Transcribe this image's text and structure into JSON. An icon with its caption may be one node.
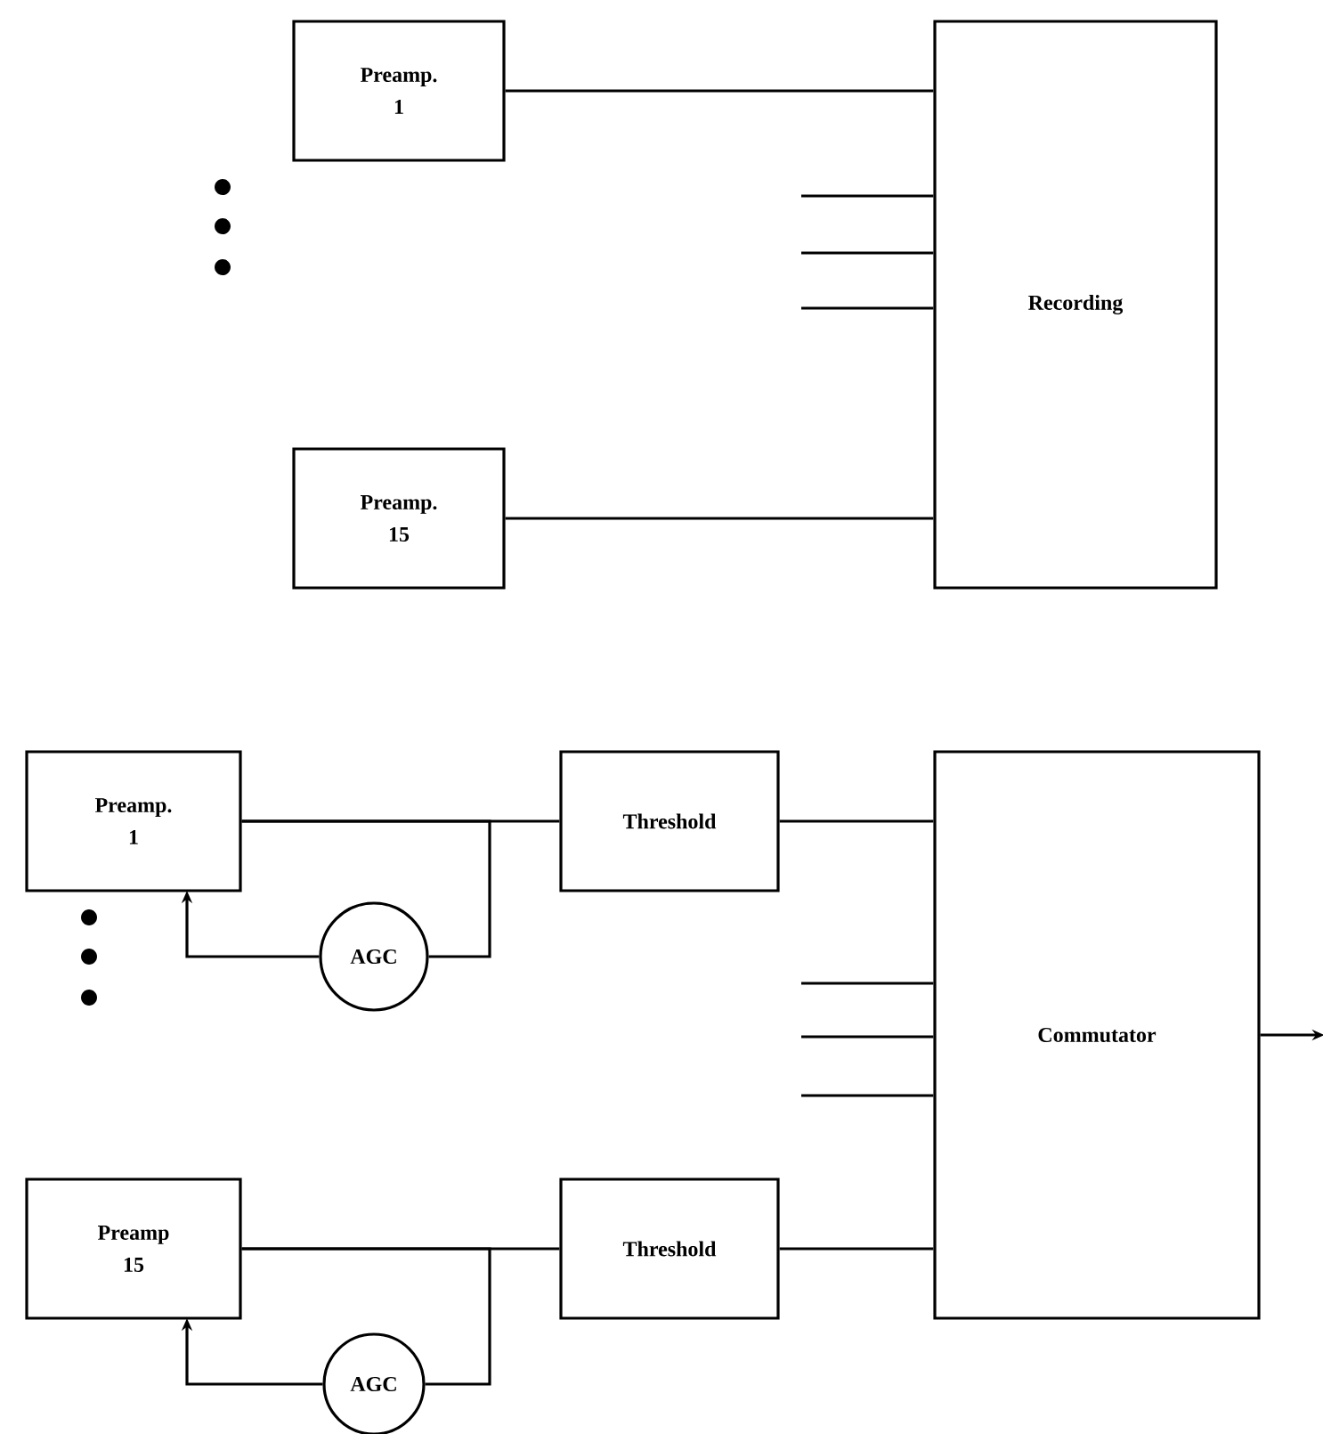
{
  "diagram": {
    "nodes": [
      {
        "text": [
          "Preamp.",
          "1"
        ]
      },
      {
        "text": [
          "Preamp.",
          "15"
        ]
      },
      {
        "text": [
          "Recording"
        ]
      },
      {
        "text": [
          "Preamp.",
          "1"
        ]
      },
      {
        "text": [
          "AGC"
        ]
      },
      {
        "text": [
          "Threshold"
        ]
      },
      {
        "text": [
          "Preamp",
          "15"
        ]
      },
      {
        "text": [
          "AGC"
        ]
      },
      {
        "text": [
          "Threshold"
        ]
      },
      {
        "text": [
          "Commutator"
        ]
      }
    ],
    "edges": [
      {
        "from": 0,
        "to": 2,
        "arrow": "none"
      },
      {
        "from": null,
        "to": 2,
        "arrow": "none"
      },
      {
        "from": null,
        "to": 2,
        "arrow": "none"
      },
      {
        "from": null,
        "to": 2,
        "arrow": "none"
      },
      {
        "from": 1,
        "to": 2,
        "arrow": "none"
      },
      {
        "from": 3,
        "to": 5,
        "arrow": "none"
      },
      {
        "from": 3,
        "to": 4,
        "arrow": "none"
      },
      {
        "from": 4,
        "to": 3,
        "arrow": "to"
      },
      {
        "from": 6,
        "to": 8,
        "arrow": "none"
      },
      {
        "from": 6,
        "to": 7,
        "arrow": "none"
      },
      {
        "from": 7,
        "to": 6,
        "arrow": "to"
      },
      {
        "from": 5,
        "to": 9,
        "arrow": "none"
      },
      {
        "from": null,
        "to": 9,
        "arrow": "none"
      },
      {
        "from": null,
        "to": 9,
        "arrow": "none"
      },
      {
        "from": null,
        "to": 9,
        "arrow": "none"
      },
      {
        "from": 8,
        "to": 9,
        "arrow": "none"
      },
      {
        "from": 9,
        "to": null,
        "arrow": "to"
      }
    ]
  }
}
